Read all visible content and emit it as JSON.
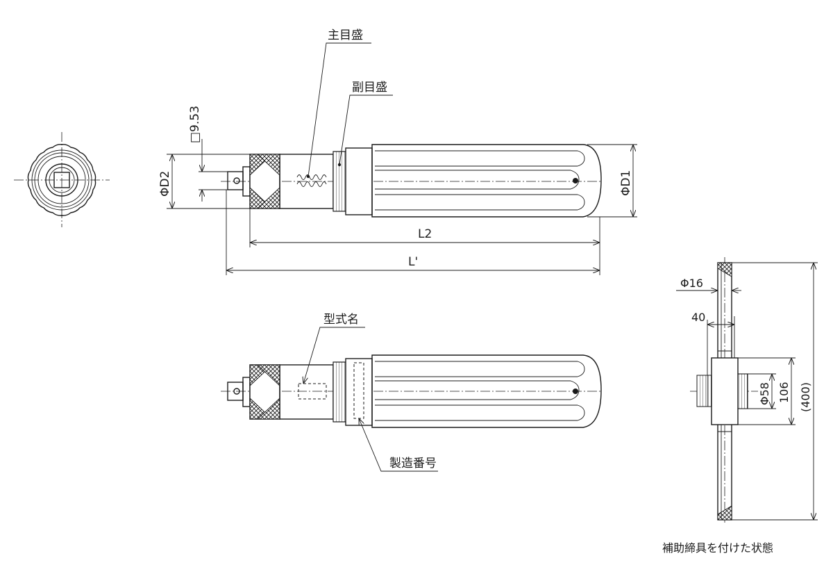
{
  "labels": {
    "main_scale": "主目盛",
    "sub_scale": "副目盛",
    "square_drive": "□9.53",
    "phi_d2": "ΦD2",
    "phi_d1": "ΦD1",
    "l2": "L2",
    "l_prime": "L'",
    "model_name": "型式名",
    "serial_number": "製造番号",
    "phi16": "Φ16",
    "dim40": "40",
    "phi58": "Φ58",
    "dim106": "106",
    "dim400": "(400)",
    "aux_caption": "補助締具を付けた状態"
  }
}
